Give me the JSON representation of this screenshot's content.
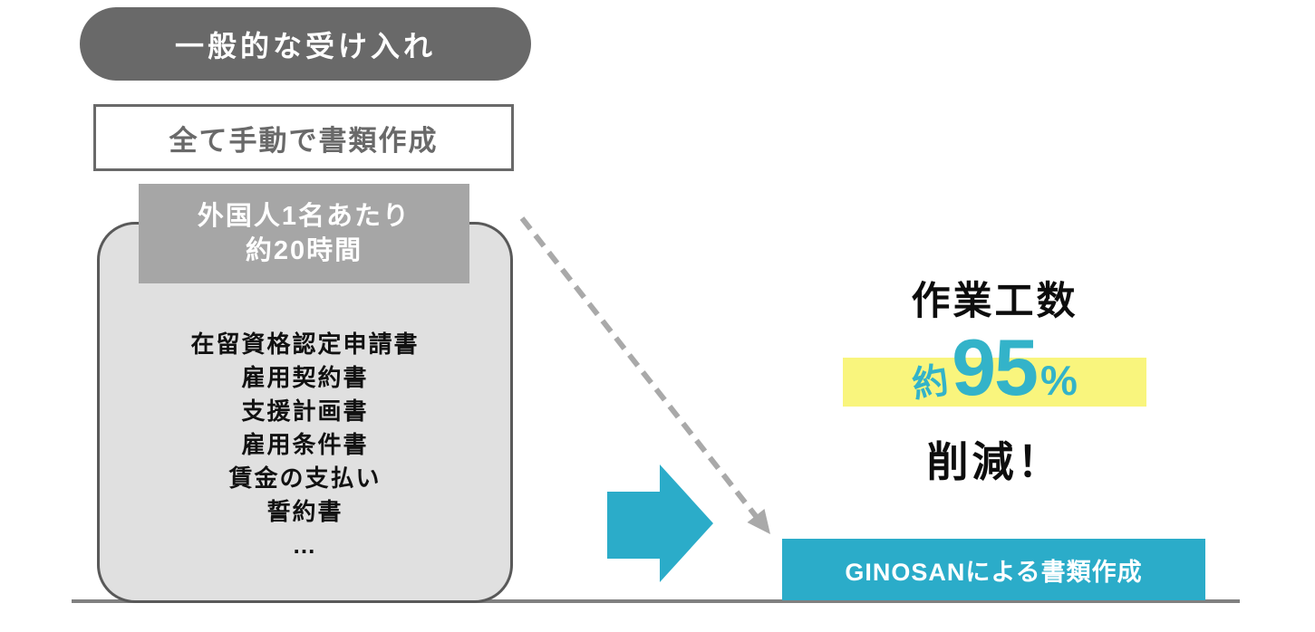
{
  "colors": {
    "dark_gray": "#696969",
    "mid_gray": "#a6a6a6",
    "light_gray": "#e0e0e0",
    "border_gray": "#595959",
    "teal": "#2bacc9",
    "teal_text": "#33b3c9",
    "yellow": "#f9f57d",
    "baseline_gray": "#808080"
  },
  "left_flow": {
    "title_pill": "一般的な受け入れ",
    "manual_box": "全て手動で書類作成",
    "hours_badge": {
      "line1": "外国人1名あたり",
      "line2": "約20時間"
    },
    "documents": [
      "在留資格認定申請書",
      "雇用契約書",
      "支援計画書",
      "雇用条件書",
      "賃金の支払い",
      "誓約書",
      "…"
    ]
  },
  "result": {
    "title": "作業工数",
    "approx": "約",
    "percent_value": "95",
    "percent_sign": "%",
    "reduction": "削減！"
  },
  "ginosan_box": "GINOSANによる書類作成"
}
